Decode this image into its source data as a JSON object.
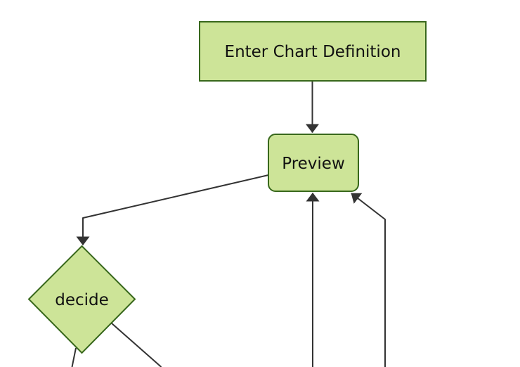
{
  "diagram": {
    "type": "flowchart",
    "orientation": "top-down",
    "nodes": [
      {
        "id": "enter-chart-definition",
        "label": "Enter Chart Definition",
        "shape": "rectangle"
      },
      {
        "id": "preview",
        "label": "Preview",
        "shape": "rounded-rectangle"
      },
      {
        "id": "decide",
        "label": "decide",
        "shape": "diamond"
      }
    ],
    "edges": [
      {
        "from": "enter-chart-definition",
        "to": "preview",
        "arrowhead": true
      },
      {
        "from": "preview",
        "to": "decide",
        "arrowhead": true
      },
      {
        "from": "offscreen-bottom-left-node",
        "to": "offscreen",
        "arrowhead": false
      },
      {
        "from": "offscreen-bottom-right-node",
        "to": "offscreen",
        "arrowhead": false
      },
      {
        "from": "offscreen-bottom",
        "to": "preview",
        "arrowhead": true
      },
      {
        "from": "offscreen-bottom-far",
        "to": "preview",
        "arrowhead": true
      }
    ],
    "colors": {
      "node_fill": "#cde498",
      "node_border": "#38681c",
      "edge_line": "#333333",
      "label_text": "#111111",
      "background": "#ffffff"
    }
  }
}
